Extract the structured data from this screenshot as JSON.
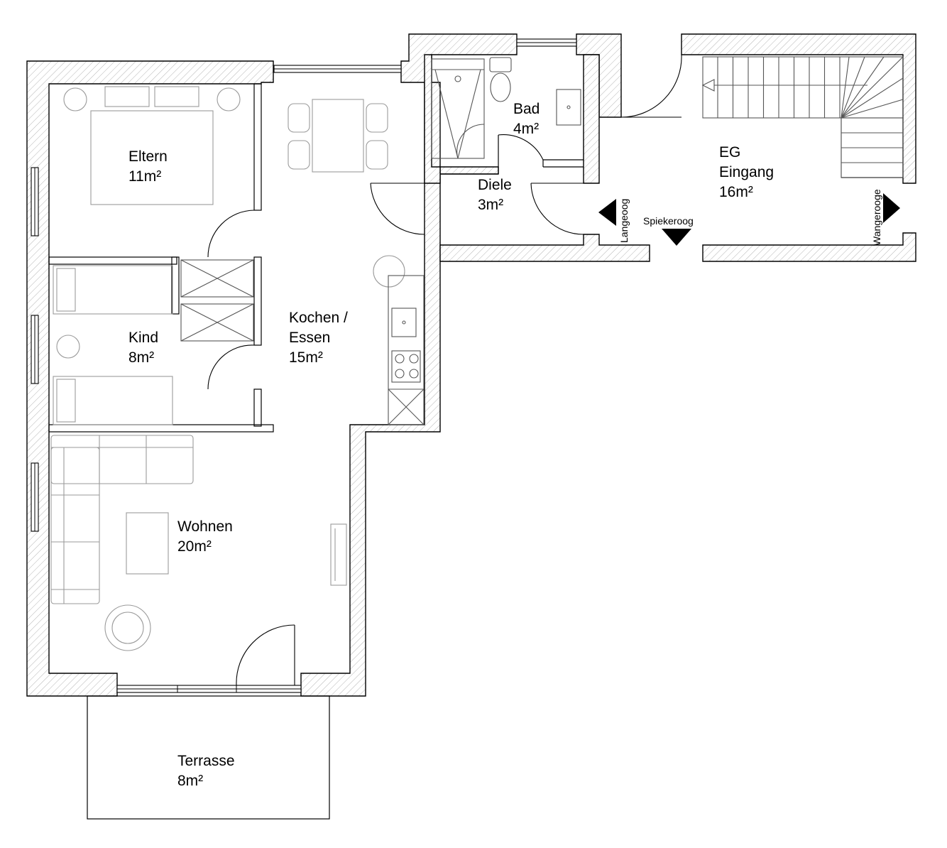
{
  "rooms": {
    "eltern": {
      "name": "Eltern",
      "area": "11m²"
    },
    "kind": {
      "name": "Kind",
      "area": "8m²"
    },
    "kochen": {
      "name_1": "Kochen /",
      "name_2": "Essen",
      "area": "15m²"
    },
    "wohnen": {
      "name": "Wohnen",
      "area": "20m²"
    },
    "terrasse": {
      "name": "Terrasse",
      "area": "8m²"
    },
    "bad": {
      "name": "Bad",
      "area": "4m²"
    },
    "diele": {
      "name": "Diele",
      "area": "3m²"
    },
    "eingang": {
      "name_1": "EG",
      "name_2": "Eingang",
      "area": "16m²"
    }
  },
  "directions": {
    "langeoog": "Langeoog",
    "spiekeroog": "Spiekeroog",
    "wangerooge": "Wangerooge"
  },
  "colors": {
    "line": "#000000",
    "furniture": "#9a9a9a",
    "background": "#ffffff"
  }
}
